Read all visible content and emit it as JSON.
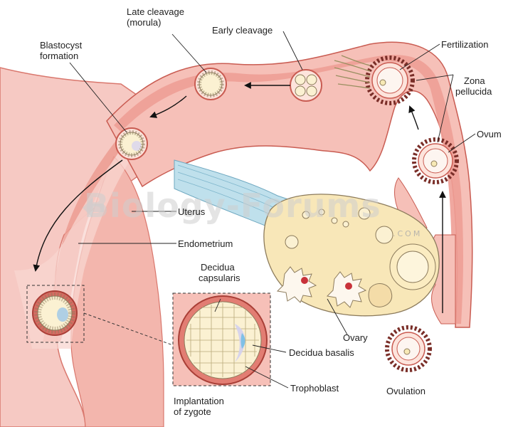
{
  "labels": {
    "late_cleavage_1": "Late cleavage",
    "late_cleavage_2": "(morula)",
    "early_cleavage": "Early cleavage",
    "blastocyst_1": "Blastocyst",
    "blastocyst_2": "formation",
    "fertilization": "Fertilization",
    "zona_1": "Zona",
    "zona_2": "pellucida",
    "ovum": "Ovum",
    "uterus": "Uterus",
    "endometrium": "Endometrium",
    "decidua_capsularis_1": "Decidua",
    "decidua_capsularis_2": "capsularis",
    "decidua_basalis": "Decidua basalis",
    "trophoblast": "Trophoblast",
    "implantation_1": "Implantation",
    "implantation_2": "of zygote",
    "ovary": "Ovary",
    "ovulation": "Ovulation"
  },
  "watermark": {
    "text": "Biology-Forums",
    "suffix": ".COM"
  },
  "colors": {
    "tissue_light": "#f6c9c3",
    "tissue_mid": "#f0a89f",
    "tissue_dark": "#e98f85",
    "outline": "#c0554d",
    "ovary": "#f8e7b8",
    "ligament": "#bfe0ec",
    "cell_fill": "#f8f2cf",
    "granulosa": "#8a3b34"
  }
}
